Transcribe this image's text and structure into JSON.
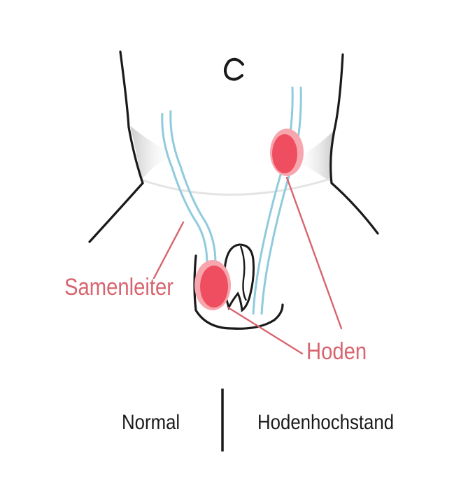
{
  "labels": {
    "samenleiter": "Samenleiter",
    "hoden": "Hoden",
    "normal": "Normal",
    "hodenhochstand": "Hodenhochstand"
  },
  "colors": {
    "outline": "#1a1a1a",
    "testis": "#ee4e5f",
    "testis_rim": "#f7a6ae",
    "vas_deferens": "#8fcbdd",
    "leader_line": "#d8646e",
    "label_red": "#d8646e"
  }
}
